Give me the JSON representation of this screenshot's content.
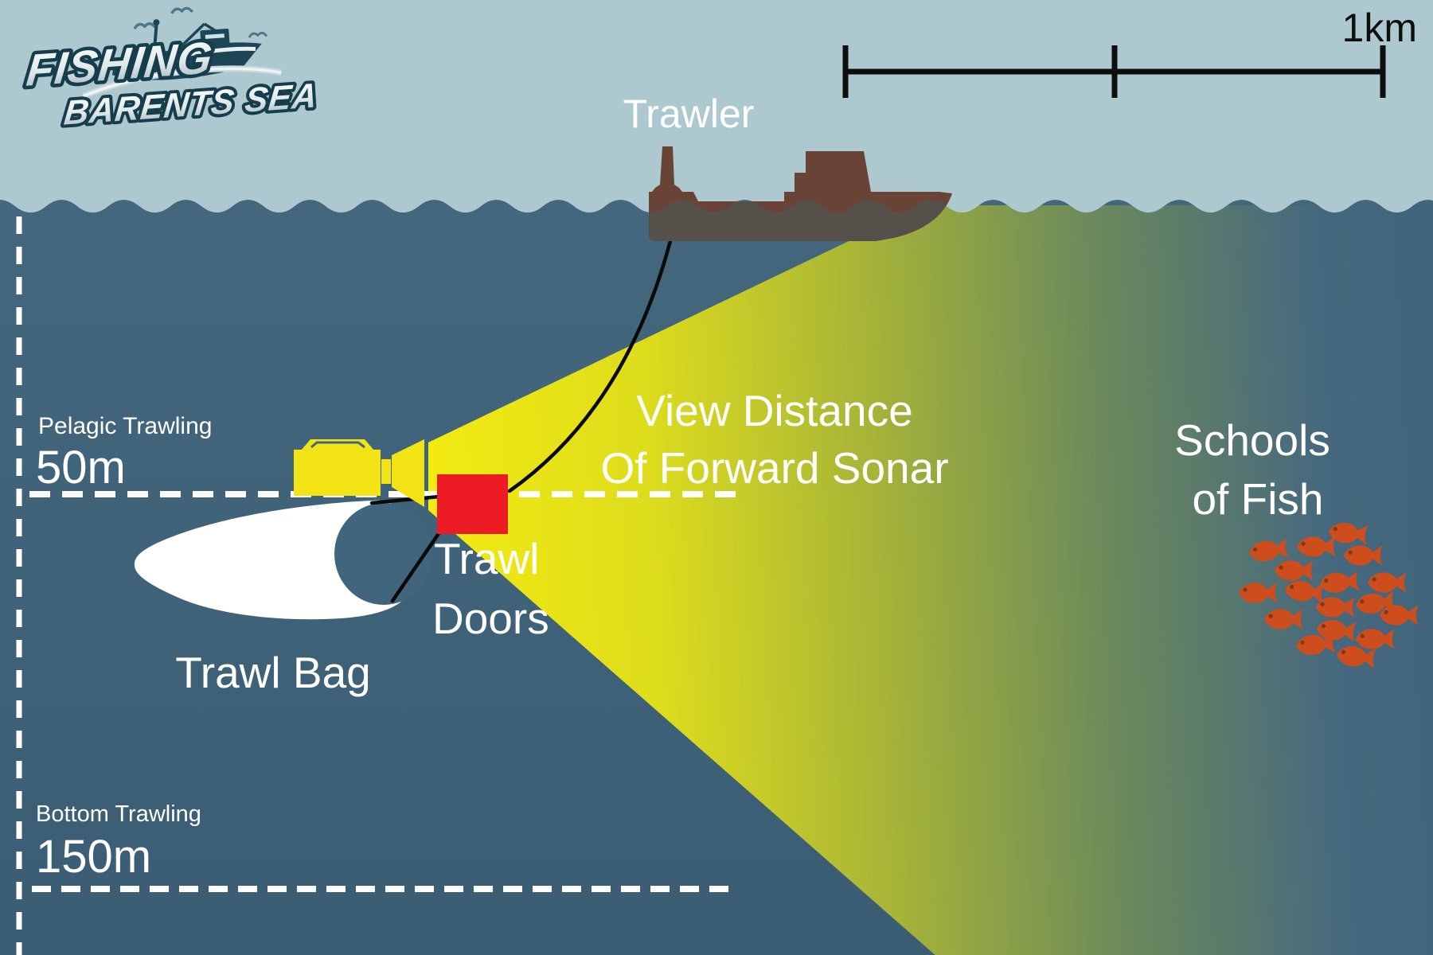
{
  "logo": {
    "line1": "FISHING",
    "line2": "BARENTS SEA"
  },
  "scale_bar": {
    "label": "1km",
    "total_km": 1,
    "segments": 2
  },
  "labels": {
    "trawler": "Trawler",
    "sonar_line1": "View Distance",
    "sonar_line2": "Of Forward Sonar",
    "schools_line1": "Schools",
    "schools_line2": "of Fish",
    "doors_line1": "Trawl",
    "doors_line2": "Doors",
    "bag": "Trawl Bag",
    "pelagic": "Pelagic Trawling",
    "pelagic_depth": "50m",
    "bottom": "Bottom Trawling",
    "bottom_depth": "150m"
  },
  "diagram": {
    "fish_count": 17,
    "depth_lines": [
      {
        "name": "pelagic",
        "depth_m": 50
      },
      {
        "name": "bottom",
        "depth_m": 150
      }
    ]
  },
  "palette": {
    "sky": "#aec8d0",
    "sea": "#41657c",
    "cone_yellow": "#f3ea11",
    "ship_brown": "#6a4337",
    "ship_hull_underwater": "#56504a",
    "trawl_door_red": "#ed1c24",
    "sensor_yellow": "#f2e414",
    "fish_orange": "#ce4d1d",
    "logo_teal": "#1c4656"
  }
}
